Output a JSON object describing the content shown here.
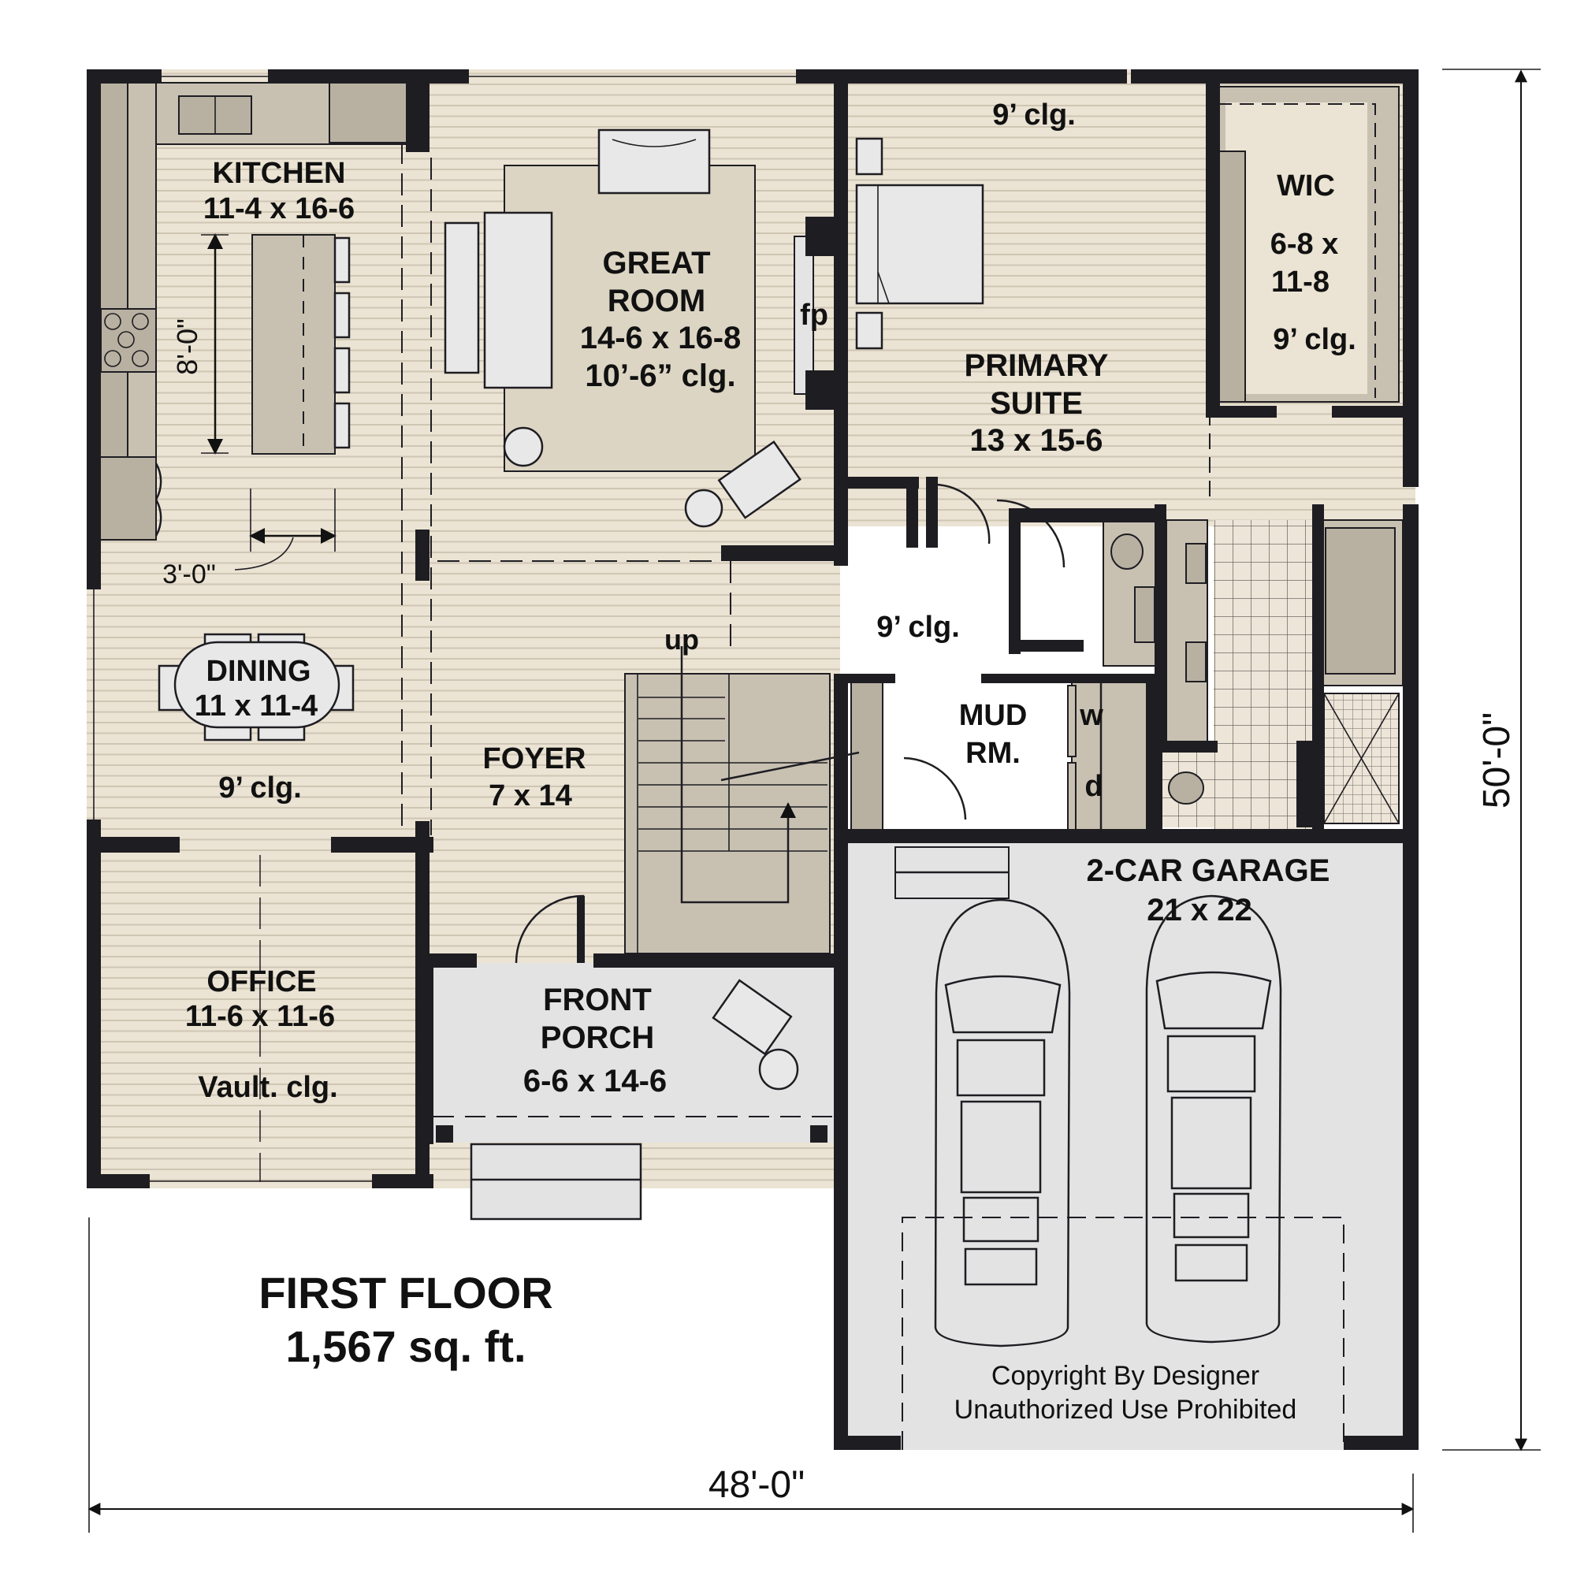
{
  "plan": {
    "title": "FIRST FLOOR",
    "area": "1,567 sq. ft.",
    "overall_width": "48'-0\"",
    "overall_depth": "50'-0\"",
    "copyright_line1": "Copyright By Designer",
    "copyright_line2": "Unauthorized Use Prohibited"
  },
  "rooms": {
    "kitchen": {
      "name": "KITCHEN",
      "size": "11-4 x 16-6"
    },
    "great_room": {
      "name_line1": "GREAT",
      "name_line2": "ROOM",
      "size": "14-6 x 16-8",
      "ceiling": "10’-6” clg."
    },
    "primary_suite": {
      "name_line1": "PRIMARY",
      "name_line2": "SUITE",
      "size": "13 x 15-6",
      "ceiling": "9’ clg."
    },
    "wic": {
      "name": "WIC",
      "size_line1": "6-8 x",
      "size_line2": "11-8",
      "ceiling": "9’ clg."
    },
    "dining": {
      "name": "DINING",
      "size": "11 x 11-4",
      "ceiling": "9’ clg."
    },
    "foyer": {
      "name": "FOYER",
      "size": "7 x 14"
    },
    "hall": {
      "ceiling": "9’ clg."
    },
    "mud_room": {
      "name_line1": "MUD",
      "name_line2": "RM.",
      "washer": "w",
      "dryer": "d"
    },
    "office": {
      "name": "OFFICE",
      "size": "11-6 x 11-6",
      "ceiling": "Vault. clg."
    },
    "front_porch": {
      "name_line1": "FRONT",
      "name_line2": "PORCH",
      "size": "6-6 x 14-6"
    },
    "garage": {
      "name": "2-CAR GARAGE",
      "size": "21 x 22"
    }
  },
  "annotations": {
    "island_length": "8'-0\"",
    "aisle_width": "3'-0\"",
    "fireplace": "fp",
    "stair_direction": "up"
  },
  "colors": {
    "wall": "#1e1d22",
    "wood_floor": "#ebe3d3",
    "wood_line": "#cfc6b4",
    "cabinet": "#c8c1b2",
    "rug": "#dcd5c3",
    "porch_garage": "#e3e3e3",
    "furniture": "#e8e8e8"
  }
}
